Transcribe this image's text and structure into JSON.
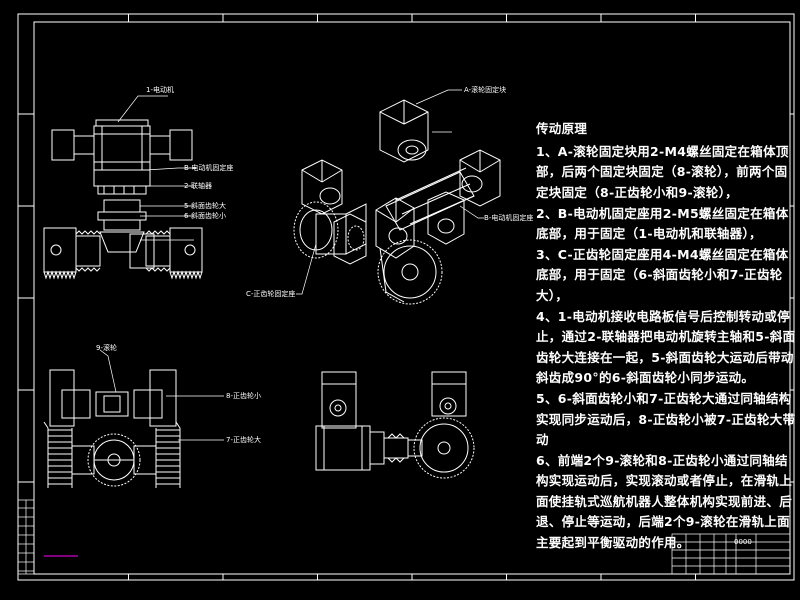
{
  "notes": {
    "title": "传动原理",
    "body": "1、A-滚轮固定块用2-M4螺丝固定在箱体顶部，后两个固定块固定（8-滚轮），前两个固定块固定（8-正齿轮小和9-滚轮），\n2、B-电动机固定座用2-M5螺丝固定在箱体底部，用于固定（1-电动机和联轴器），\n3、C-正齿轮固定座用4-M4螺丝固定在箱体底部，用于固定（6-斜面齿轮小和7-正齿轮大），\n4、1-电动机接收电路板信号后控制转动或停止，通过2-联轴器把电动机旋转主轴和5-斜面齿轮大连接在一起，5-斜面齿轮大运动后带动斜齿成90°的6-斜面齿轮小同步运动。\n5、6-斜面齿轮小和7-正齿轮大通过同轴结构实现同步运动后，8-正齿轮小被7-正齿轮大带动\n6、前端2个9-滚轮和8-正齿轮小通过同轴结构实现运动后，实现滚动或者停止，在滑轨上面使挂轨式巡航机器人整体机构实现前进、后退、停止等运动，后端2个9-滚轮在滑轨上面主要起到平衡驱动的作用。"
  },
  "labels": {
    "motor": "1-电动机",
    "motor_mount": "B-电动机固定座",
    "coupling": "2-联轴器",
    "bevel_large": "5-斜面齿轮大",
    "bevel_small": "6-斜面齿轮小",
    "roller_block": "A-滚轮固定块",
    "motor_mount_iso": "B-电动机固定座",
    "gear_mount": "C-正齿轮固定座",
    "roller": "9-滚轮",
    "spur_small": "8-正齿轮小",
    "spur_large": "7-正齿轮大"
  },
  "title_block": {
    "ref": "0000"
  },
  "colors": {
    "background": "#000000",
    "lines": "#ffffff",
    "leader": "#ffffff",
    "accent": "#ff00ff"
  }
}
